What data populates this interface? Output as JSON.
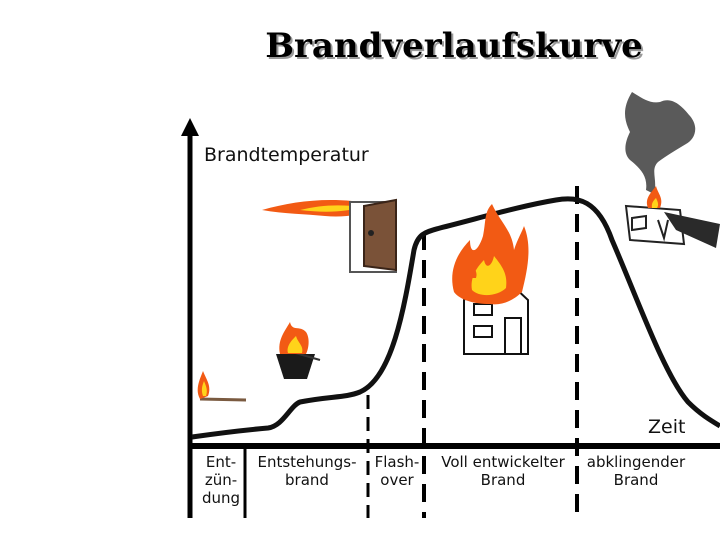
{
  "title": "Brandverlaufskurve",
  "y_axis_label": "Brandtemperatur",
  "x_axis_label": "Zeit",
  "phases": [
    {
      "lines": [
        "Ent-",
        "zün-",
        "dung"
      ]
    },
    {
      "lines": [
        "Entstehungs-",
        "brand"
      ]
    },
    {
      "lines": [
        "Flash-",
        "over"
      ]
    },
    {
      "lines": [
        "Voll entwickelter",
        "Brand"
      ]
    },
    {
      "lines": [
        "abklingender",
        "Brand"
      ]
    }
  ],
  "icons": {
    "match": "match-flame-icon",
    "basket": "burning-basket-icon",
    "door": "flame-from-door-icon",
    "house": "burning-house-icon",
    "ruin": "smoking-ruin-icon"
  },
  "colors": {
    "curve": "#111111",
    "flame_orange": "#f25a14",
    "flame_yellow": "#ffd31a",
    "door_brown": "#7a5238",
    "smoke": "#555555"
  }
}
